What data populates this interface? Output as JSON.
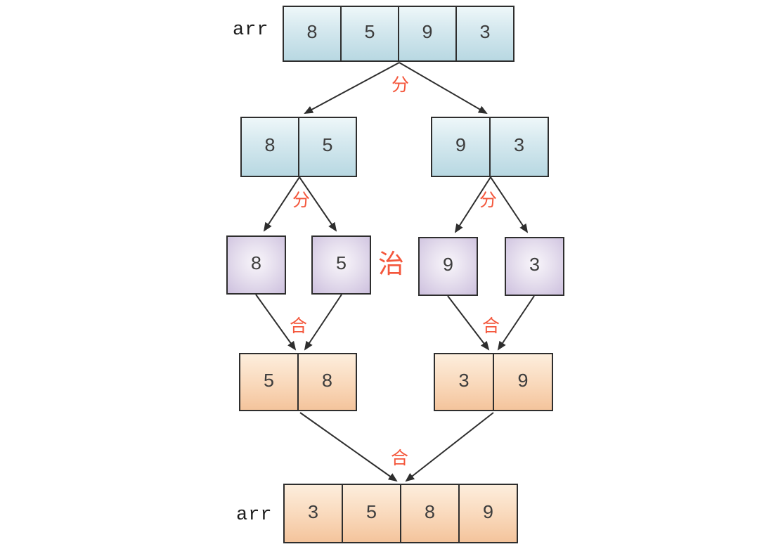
{
  "labels": {
    "array_name": "arr",
    "divide": "分",
    "conquer": "治",
    "merge": "合"
  },
  "arrays": {
    "root": [
      "8",
      "5",
      "9",
      "3"
    ],
    "level1_left": [
      "8",
      "5"
    ],
    "level1_right": [
      "9",
      "3"
    ],
    "leaves": [
      "8",
      "5",
      "9",
      "3"
    ],
    "merged_left": [
      "5",
      "8"
    ],
    "merged_right": [
      "3",
      "9"
    ],
    "result": [
      "3",
      "5",
      "8",
      "9"
    ]
  },
  "colors": {
    "blue_box_top": "#eef7f9",
    "blue_box_bottom": "#b8d8e2",
    "purple_box_center": "#f9f6fb",
    "purple_box_edge": "#cdc0de",
    "orange_box_top": "#fdeedd",
    "orange_box_bottom": "#f4c49c",
    "border_and_lines": "#2e2e2e",
    "step_label_red": "#f4573c",
    "cell_text": "#3d3d3d"
  }
}
